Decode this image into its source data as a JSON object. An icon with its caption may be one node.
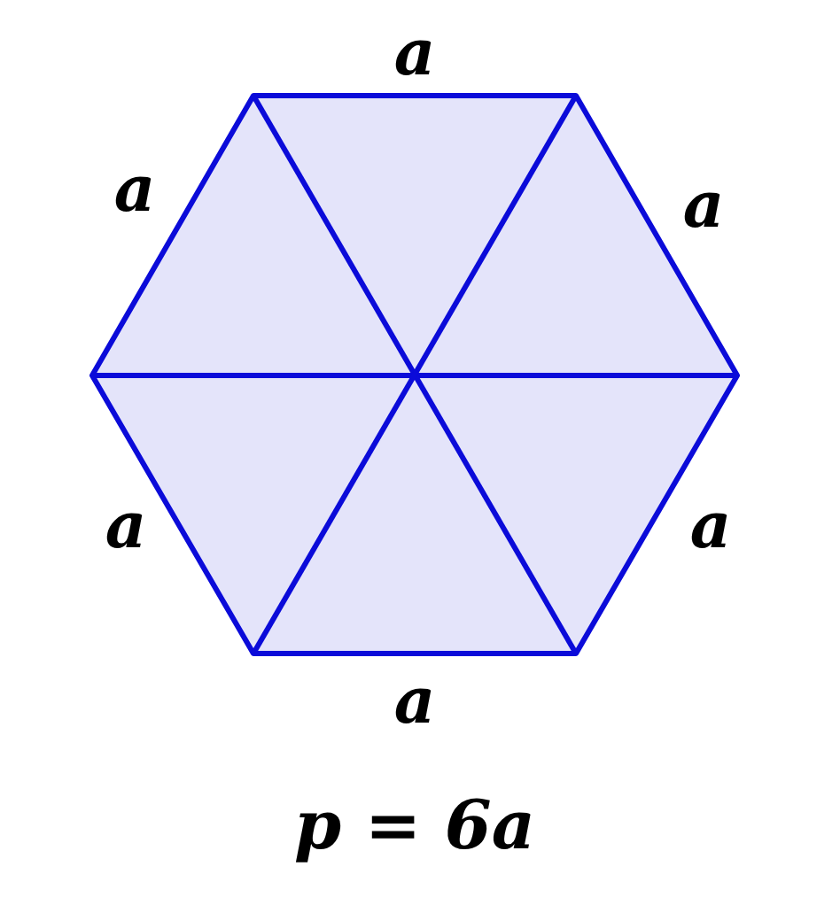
{
  "diagram": {
    "caption": "p = 6a",
    "labels": [
      "a",
      "a",
      "a",
      "a",
      "a",
      "a"
    ]
  }
}
